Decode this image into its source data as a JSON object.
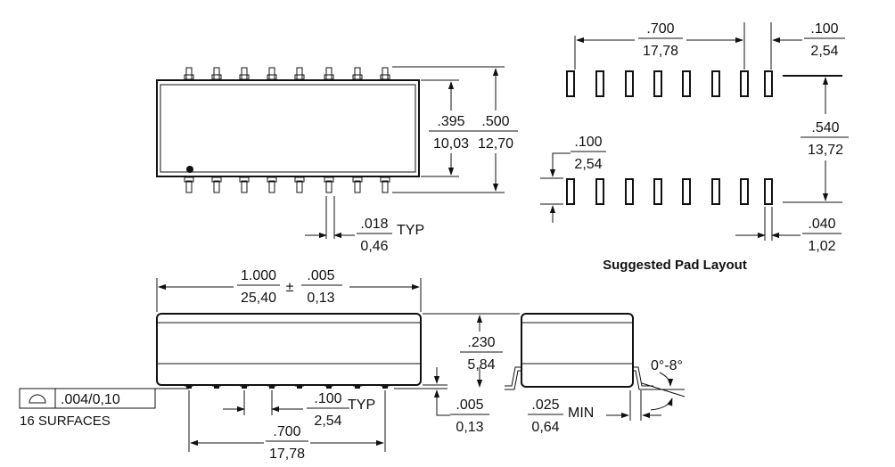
{
  "top_view": {
    "inner_width_in": ".395",
    "inner_width_mm": "10,03",
    "outer_width_in": ".500",
    "outer_width_mm": "12,70",
    "lead_width_in": ".018",
    "lead_width_mm": "0,46",
    "lead_width_suffix": "TYP"
  },
  "pad_layout": {
    "caption": "Suggested Pad Layout",
    "row_span_in": ".700",
    "row_span_mm": "17,78",
    "pitch_in": ".100",
    "pitch_mm": "2,54",
    "row_spacing_in": ".540",
    "row_spacing_mm": "13,72",
    "pad_length_in": ".100",
    "pad_length_mm": "2,54",
    "pad_width_in": ".040",
    "pad_width_mm": "1,02"
  },
  "side_view": {
    "length_in": "1.000",
    "length_mm": "25,40",
    "pm": "±",
    "tol_in": ".005",
    "tol_mm": "0,13",
    "pitch_in": ".100",
    "pitch_mm": "2,54",
    "pitch_suffix": "TYP",
    "span_in": ".700",
    "span_mm": "17,78",
    "coplanarity_value": ".004/0,10",
    "coplanarity_note": "16 SURFACES",
    "standoff_in": ".005",
    "standoff_mm": "0,13"
  },
  "end_view": {
    "height_in": ".230",
    "height_mm": "5,84",
    "foot_in": ".025",
    "foot_mm": "0,64",
    "foot_suffix": "MIN",
    "angle": "0°-8°"
  }
}
